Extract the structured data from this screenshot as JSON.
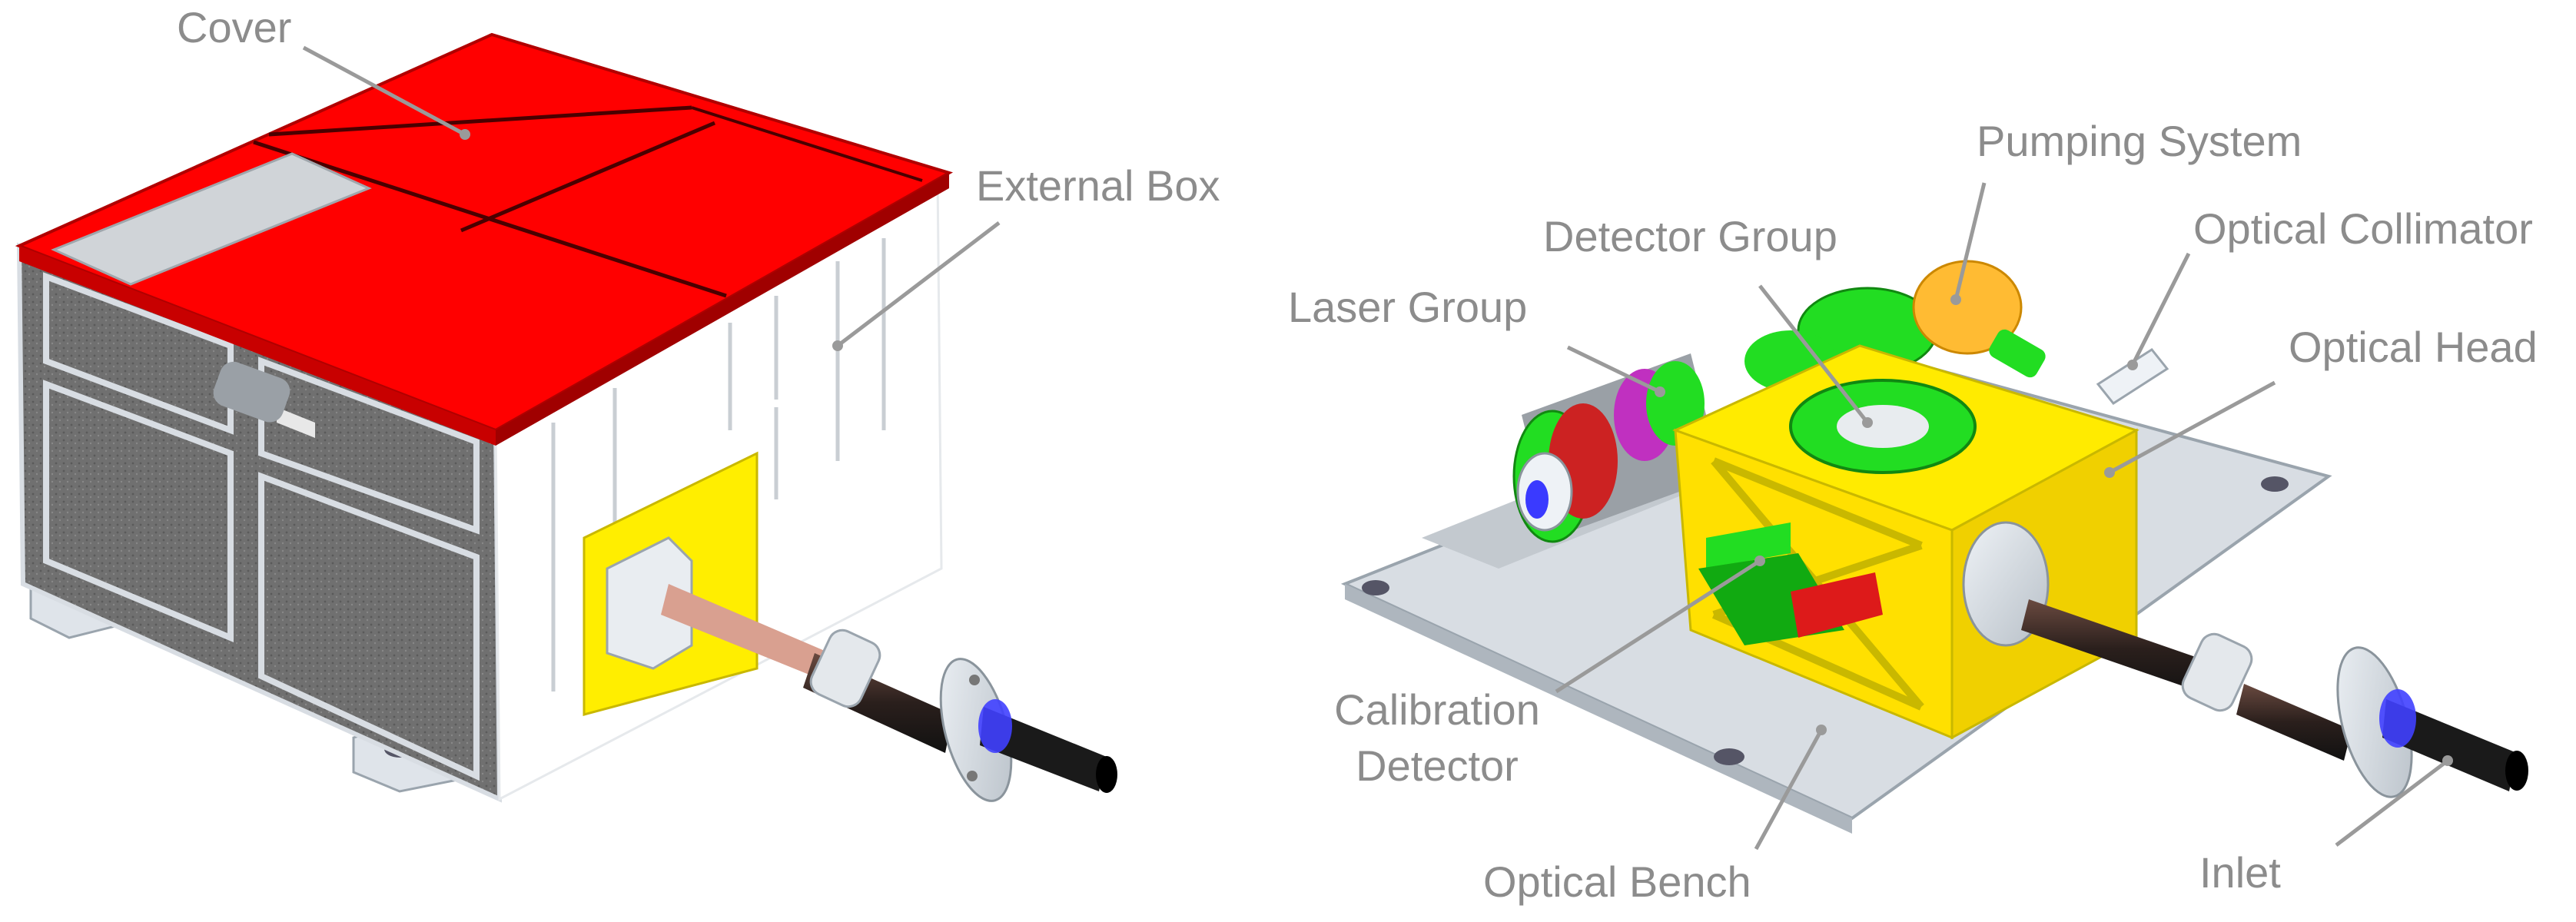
{
  "labels": {
    "cover": "Cover",
    "external_box": "External Box",
    "pumping_system": "Pumping System",
    "detector_group": "Detector Group",
    "optical_collimator": "Optical Collimator",
    "laser_group": "Laser Group",
    "optical_head": "Optical Head",
    "calibration_detector_line1": "Calibration",
    "calibration_detector_line2": "Detector",
    "optical_bench": "Optical Bench",
    "inlet": "Inlet"
  },
  "colors": {
    "label_text": "#8c8c8c",
    "leader_line": "#9a9a9a",
    "cover": "#ff0000",
    "cover_dark": "#c80000",
    "housing_grey": "#6e6e6e",
    "housing_light": "#d7dce2",
    "optical_head": "#ffeb00",
    "green_part": "#22dd22",
    "magenta_part": "#c030c0",
    "orange_part": "#ffbb33",
    "blue_part": "#3a3aff",
    "shaft_dark": "#2a2220"
  }
}
